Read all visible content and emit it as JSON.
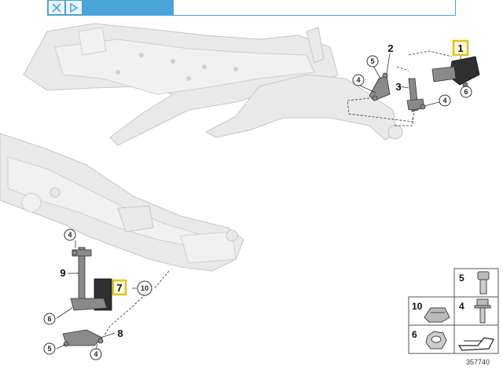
{
  "toolbar": {
    "close_icon": "close-x-icon",
    "play_icon": "play-triangle-icon",
    "accent": "#4aa3d9"
  },
  "callouts": {
    "c1": "1",
    "c2": "2",
    "c3": "3",
    "c4a": "4",
    "c4b": "4",
    "c5": "5",
    "c6": "6",
    "c4c": "4",
    "c9": "9",
    "c7": "7",
    "c10": "10",
    "c6b": "6",
    "c8": "8",
    "c5b": "5",
    "c4d": "4"
  },
  "legend": {
    "r1": "5",
    "r2": "4",
    "r3": "10",
    "r4": "6"
  },
  "doc_id": "357740",
  "highlight_color": "#e3c21a"
}
